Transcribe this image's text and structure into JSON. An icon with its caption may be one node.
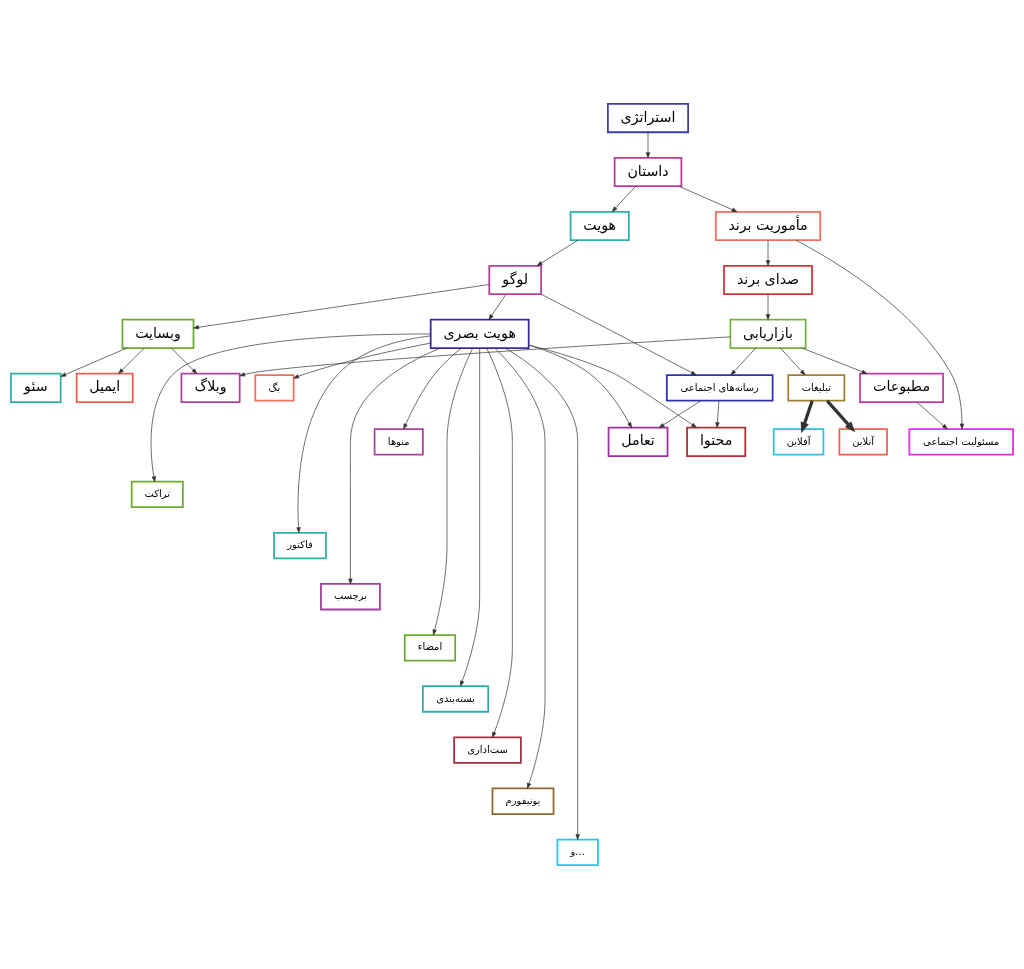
{
  "diagram": {
    "nodes": [
      {
        "text": [
          "استراتژی"
        ]
      },
      {
        "text": [
          "داستان"
        ]
      },
      {
        "text": [
          "هویت"
        ]
      },
      {
        "text": [
          "مأموریت برند"
        ]
      },
      {
        "text": [
          "هویت بصری"
        ]
      },
      {
        "text": [
          "بازاریابی"
        ]
      },
      {
        "text": [
          "صدای برند"
        ]
      },
      {
        "text": [
          "مطبوعات"
        ]
      },
      {
        "text": [
          "رسانه‌های اجتماعی"
        ]
      },
      {
        "text": [
          "لوگو"
        ]
      },
      {
        "text": [
          "تبلیغات"
        ]
      },
      {
        "text": [
          "مسئولیت اجتماعی"
        ]
      },
      {
        "text": [
          "وبسایت"
        ]
      },
      {
        "text": [
          "آفلاین"
        ]
      },
      {
        "text": [
          "آنلاین"
        ]
      },
      {
        "text": [
          "سئو"
        ]
      },
      {
        "text": [
          "ایمیل"
        ]
      },
      {
        "text": [
          "وبلاگ"
        ]
      },
      {
        "text": [
          "تعامل"
        ]
      },
      {
        "text": [
          "محتوا"
        ]
      },
      {
        "text": [
          "بگ"
        ]
      },
      {
        "text": [
          "منوها"
        ]
      },
      {
        "text": [
          "تراکت"
        ]
      },
      {
        "text": [
          "فاکتور"
        ]
      },
      {
        "text": [
          "برچسب"
        ]
      },
      {
        "text": [
          "امضاء"
        ]
      },
      {
        "text": [
          "بسته‌بندی"
        ]
      },
      {
        "text": [
          "ست‌اداری"
        ]
      },
      {
        "text": [
          "یونیفورم"
        ]
      },
      {
        "text": [
          "و..."
        ]
      }
    ],
    "edges": [
      {
        "from": 0,
        "to": 1,
        "arrow": "to"
      },
      {
        "from": 1,
        "to": 2,
        "arrow": "to"
      },
      {
        "from": 1,
        "to": 3,
        "arrow": "to"
      },
      {
        "from": 3,
        "to": 6,
        "arrow": "to"
      },
      {
        "from": 6,
        "to": 5,
        "arrow": "to"
      },
      {
        "from": 3,
        "to": 11,
        "arrow": "to"
      },
      {
        "from": 2,
        "to": 9,
        "arrow": "to"
      },
      {
        "from": 9,
        "to": 4,
        "arrow": "to"
      },
      {
        "from": 9,
        "to": 8,
        "arrow": "to"
      },
      {
        "from": 5,
        "to": 8,
        "arrow": "to"
      },
      {
        "from": 5,
        "to": 10,
        "arrow": "to"
      },
      {
        "from": 5,
        "to": 7,
        "arrow": "to"
      },
      {
        "from": 5,
        "to": 17,
        "arrow": "to"
      },
      {
        "from": 7,
        "to": 11,
        "arrow": "to"
      },
      {
        "from": 10,
        "to": 14,
        "arrow": "to",
        "style": "thick"
      },
      {
        "from": 10,
        "to": 13,
        "arrow": "to",
        "style": "thick"
      },
      {
        "from": 9,
        "to": 12,
        "arrow": "to"
      },
      {
        "from": 12,
        "to": 15,
        "arrow": "to"
      },
      {
        "from": 12,
        "to": 16,
        "arrow": "to"
      },
      {
        "from": 12,
        "to": 17,
        "arrow": "to"
      },
      {
        "from": 8,
        "to": 18,
        "arrow": "to"
      },
      {
        "from": 8,
        "to": 19,
        "arrow": "to"
      },
      {
        "from": 4,
        "to": 20,
        "arrow": "to"
      },
      {
        "from": 4,
        "to": 21,
        "arrow": "to"
      },
      {
        "from": 4,
        "to": 22,
        "arrow": "to"
      },
      {
        "from": 4,
        "to": 23,
        "arrow": "to"
      },
      {
        "from": 4,
        "to": 24,
        "arrow": "to"
      },
      {
        "from": 4,
        "to": 25,
        "arrow": "to"
      },
      {
        "from": 4,
        "to": 26,
        "arrow": "to"
      },
      {
        "from": 4,
        "to": 27,
        "arrow": "to"
      },
      {
        "from": 4,
        "to": 28,
        "arrow": "to"
      },
      {
        "from": 4,
        "to": 29,
        "arrow": "to"
      },
      {
        "from": 4,
        "to": 19,
        "arrow": "to"
      },
      {
        "from": 4,
        "to": 18,
        "arrow": "to"
      }
    ]
  }
}
